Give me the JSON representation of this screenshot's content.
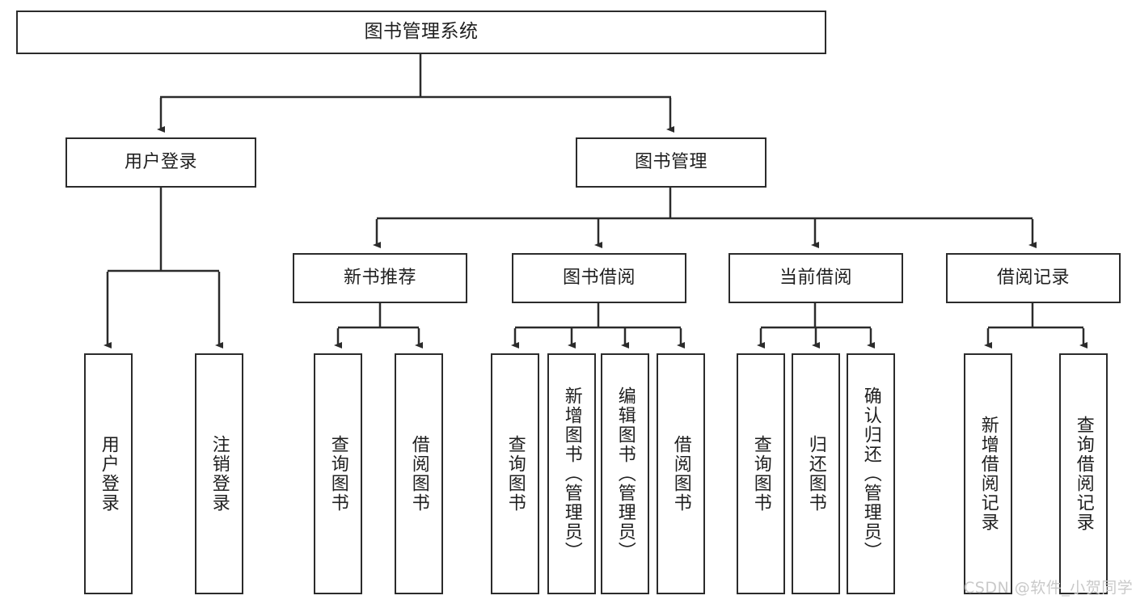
{
  "diagram": {
    "title": "图书管理系统",
    "type": "tree-hierarchy-diagram",
    "colors": {
      "border": "#2b2b2b",
      "text": "#1f1f1f",
      "background": "#ffffff",
      "watermark": "#c9c9c9"
    },
    "root": {
      "label": "图书管理系统"
    },
    "level1": [
      {
        "label": "用户登录"
      },
      {
        "label": "图书管理"
      }
    ],
    "level2": [
      {
        "label": "新书推荐"
      },
      {
        "label": "图书借阅"
      },
      {
        "label": "当前借阅"
      },
      {
        "label": "借阅记录"
      }
    ],
    "leaves": {
      "user_login": [
        {
          "label": "用户登录"
        },
        {
          "label": "注销登录"
        }
      ],
      "new_book_recommend": [
        {
          "label": "查询图书"
        },
        {
          "label": "借阅图书"
        }
      ],
      "book_borrow": [
        {
          "label": "查询图书"
        },
        {
          "label": "新增图书（管理员）"
        },
        {
          "label": "编辑图书（管理员）"
        },
        {
          "label": "借阅图书"
        }
      ],
      "current_borrow": [
        {
          "label": "查询图书"
        },
        {
          "label": "归还图书"
        },
        {
          "label": "确认归还（管理员）"
        }
      ],
      "borrow_record": [
        {
          "label": "新增借阅记录"
        },
        {
          "label": "查询借阅记录"
        }
      ]
    },
    "watermark": "CSDN @软件_小贺同学"
  }
}
